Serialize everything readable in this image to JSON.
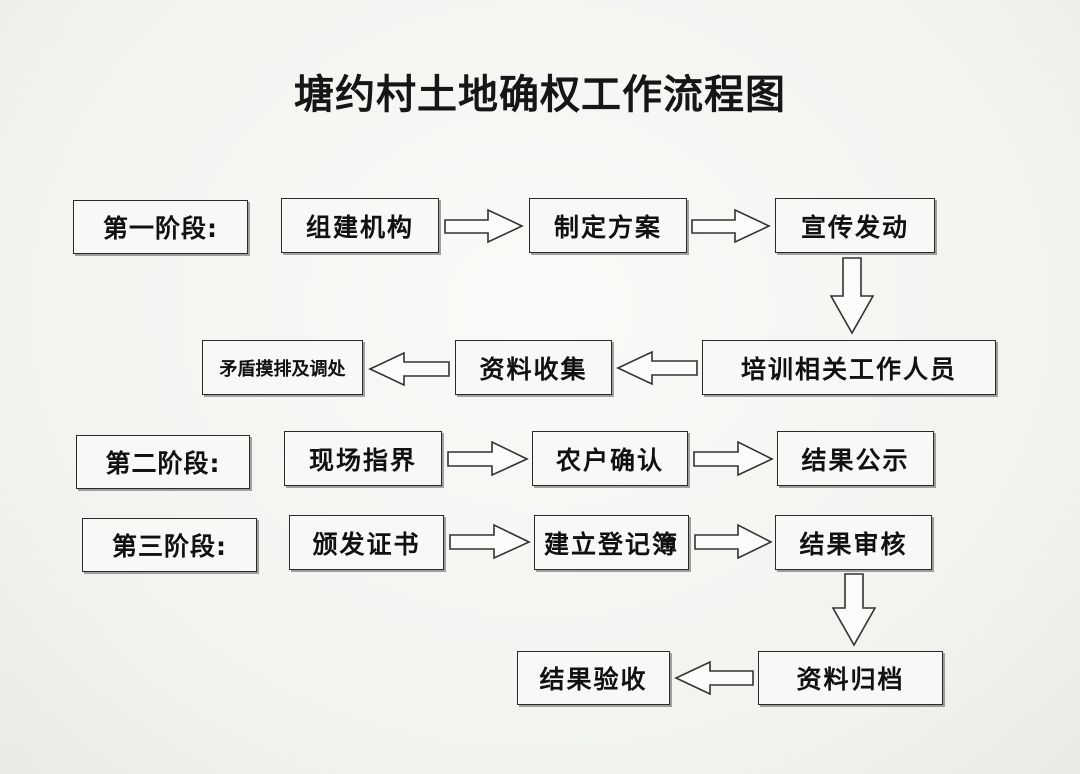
{
  "title": "塘约村土地确权工作流程图",
  "stages": [
    {
      "label": "第一阶段:",
      "row1": [
        "组建机构",
        "制定方案",
        "宣传发动"
      ],
      "row2": [
        "培训相关工作人员",
        "资料收集",
        "矛盾摸排及调处"
      ]
    },
    {
      "label": "第二阶段:",
      "row1": [
        "现场指界",
        "农户确认",
        "结果公示"
      ]
    },
    {
      "label": "第三阶段:",
      "row1": [
        "颁发证书",
        "建立登记簿",
        "结果审核"
      ],
      "row2": [
        "资料归档",
        "结果验收"
      ]
    }
  ]
}
